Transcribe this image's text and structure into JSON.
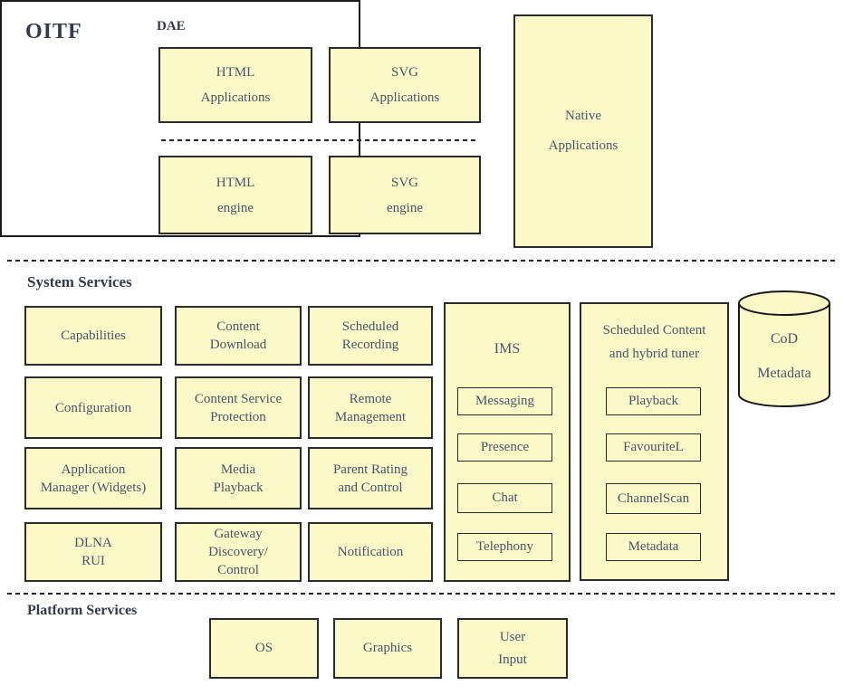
{
  "title": "OITF",
  "dae": {
    "label": "DAE",
    "html_applications": "HTML\nApplications",
    "svg_applications": "SVG\nApplications",
    "html_engine": "HTML\nengine",
    "svg_engine": "SVG\nengine"
  },
  "native_applications": "Native\nApplications",
  "system_services": {
    "label": "System Services",
    "grid": [
      "Capabilities",
      "Content\nDownload",
      "Scheduled\nRecording",
      "Configuration",
      "Content Service\nProtection",
      "Remote\nManagement",
      "Application\nManager (Widgets)",
      "Media\nPlayback",
      "Parent Rating\nand Control",
      "DLNA\nRUI",
      "Gateway\nDiscovery/\nControl",
      "Notification"
    ],
    "ims": {
      "label": "IMS",
      "items": [
        "Messaging",
        "Presence",
        "Chat",
        "Telephony"
      ]
    },
    "scheduled_content": {
      "label": "Scheduled Content\nand hybrid tuner",
      "items": [
        "Playback",
        "FavouriteL",
        "ChannelScan",
        "Metadata"
      ]
    },
    "cod_metadata": "CoD\nMetadata"
  },
  "platform_services": {
    "label": "Platform Services",
    "os": "OS",
    "graphics": "Graphics",
    "user_input": "User\nInput"
  },
  "colors": {
    "box_fill": "#FAFAC9",
    "box_border": "#2B2B2B",
    "text": "#4A5468",
    "heading": "#323C4E"
  }
}
